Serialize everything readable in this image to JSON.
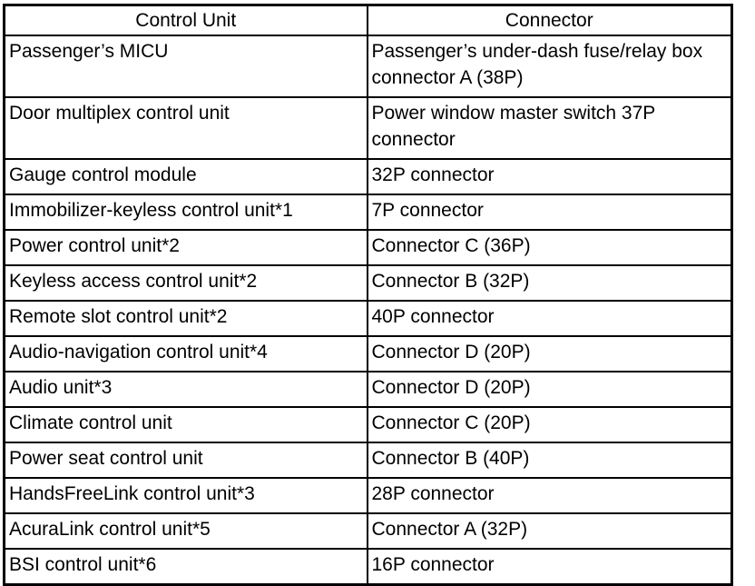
{
  "table": {
    "headers": [
      "Control Unit",
      "Connector"
    ],
    "rows": [
      [
        "Passenger’s MICU",
        "Passenger’s under-dash fuse/relay box connector A (38P)"
      ],
      [
        "Door multiplex control unit",
        "Power window master switch 37P connector"
      ],
      [
        "Gauge control module",
        "32P connector"
      ],
      [
        "Immobilizer-keyless control unit*1",
        "7P connector"
      ],
      [
        "Power control unit*2",
        "Connector C (36P)"
      ],
      [
        "Keyless access control unit*2",
        "Connector B (32P)"
      ],
      [
        "Remote slot control unit*2",
        "40P connector"
      ],
      [
        "Audio-navigation control unit*4",
        "Connector D (20P)"
      ],
      [
        "Audio unit*3",
        "Connector D (20P)"
      ],
      [
        "Climate control unit",
        "Connector C (20P)"
      ],
      [
        "Power seat control unit",
        "Connector B (40P)"
      ],
      [
        "HandsFreeLink control unit*3",
        "28P connector"
      ],
      [
        "AcuraLink control unit*5",
        "Connector A (32P)"
      ],
      [
        "BSI control unit*6",
        "16P connector"
      ]
    ]
  }
}
